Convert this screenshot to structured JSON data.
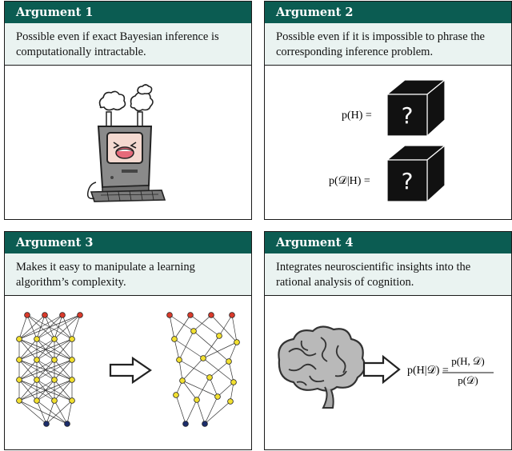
{
  "panels": [
    {
      "title": "Argument 1",
      "text": "Possible even if exact Bayesian inference is computationally intractable."
    },
    {
      "title": "Argument 2",
      "text": "Possible even if it is impossible to phrase the corresponding inference problem."
    },
    {
      "title": "Argument 3",
      "text": "Makes it easy to manipulate a learning algorithm’s complexity."
    },
    {
      "title": "Argument 4",
      "text": "Integrates neuroscientific insights into the rational analysis of cognition."
    }
  ],
  "arg2": {
    "prior_label": "p(H) =",
    "likelihood_label": "p(𝒟|H) =",
    "box_symbol": "?"
  },
  "arg4": {
    "lhs": "p(H|𝒟) =",
    "numerator": "p(H, 𝒟)",
    "denominator": "p(𝒟)"
  },
  "colors": {
    "header": "#0b5c52",
    "desc_bg": "#eaf3f1",
    "node_top": "#d93a2b",
    "node_mid": "#f2e030",
    "node_bottom": "#1c2d6b"
  },
  "icons": [
    "overheating-computer-icon",
    "black-box-icon",
    "neural-network-icon",
    "arrow-icon",
    "brain-icon"
  ]
}
